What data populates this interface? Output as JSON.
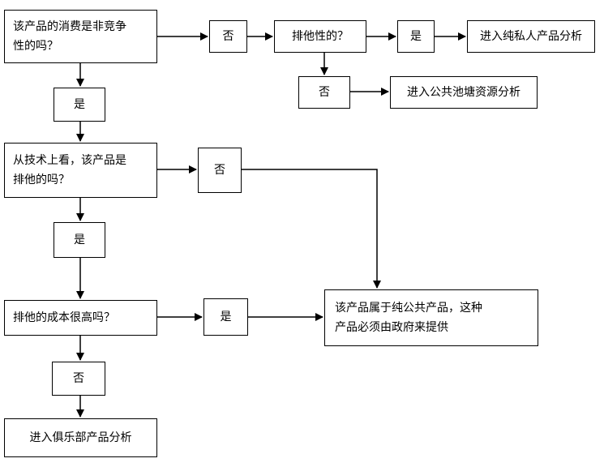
{
  "nodes": {
    "q_nonrival": "该产品的消费是非竞争\n性的吗？",
    "no_1": "否",
    "q_excludable": "排他性的？",
    "yes_1": "是",
    "private": "进入纯私人产品分析",
    "no_2": "否",
    "common_pool": "进入公共池塘资源分析",
    "yes_2": "是",
    "q_tech_excludable": "从技术上看，该产品是\n排他的吗？",
    "no_3": "否",
    "yes_3": "是",
    "q_cost_high": "排他的成本很高吗？",
    "yes_4": "是",
    "public": "该产品属于纯公共产品，这种\n产品必须由政府来提供",
    "no_4": "否",
    "club": "进入俱乐部产品分析"
  },
  "colors": {
    "stroke": "#000000",
    "fill": "#ffffff"
  }
}
